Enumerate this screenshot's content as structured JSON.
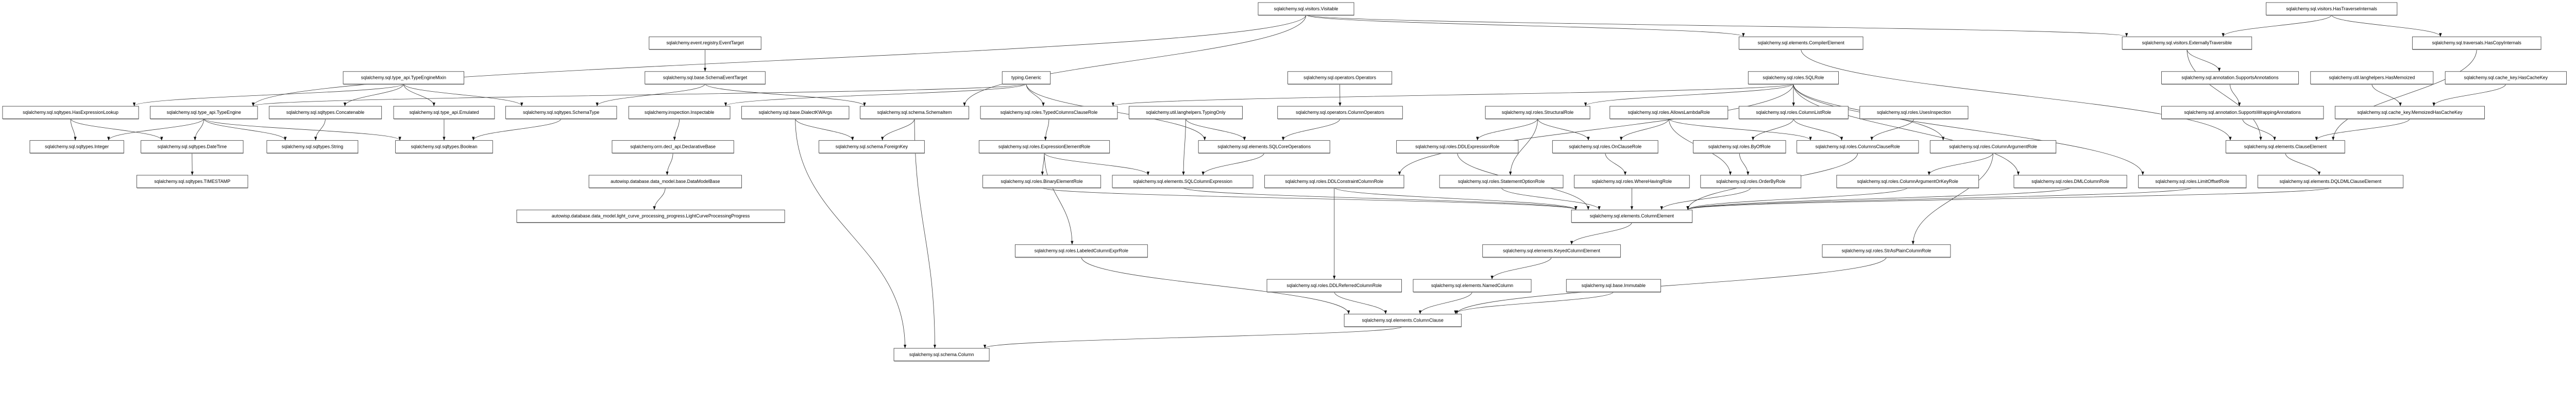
{
  "diagram": {
    "type": "class-inheritance-graph",
    "nodes": {
      "visitable": "sqlalchemy.sql.visitors.Visitable",
      "hasTraverseInternals": "sqlalchemy.sql.visitors.HasTraverseInternals",
      "eventTarget": "sqlalchemy.event.registry.EventTarget",
      "compilerElement": "sqlalchemy.sql.elements.CompilerElement",
      "externallyTraversible": "sqlalchemy.sql.visitors.ExternallyTraversible",
      "hasCopyInternals": "sqlalchemy.sql.traversals.HasCopyInternals",
      "typeEngineMixin": "sqlalchemy.sql.type_api.TypeEngineMixin",
      "schemaEventTarget": "sqlalchemy.sql.base.SchemaEventTarget",
      "generic": "typing.Generic",
      "operators": "sqlalchemy.sql.operators.Operators",
      "sqlRole": "sqlalchemy.sql.roles.SQLRole",
      "supportsAnnotations": "sqlalchemy.sql.annotation.SupportsAnnotations",
      "hasMemoized": "sqlalchemy.util.langhelpers.HasMemoized",
      "hasCacheKey": "sqlalchemy.sql.cache_key.HasCacheKey",
      "hasExpressionLookup": "sqlalchemy.sql.sqltypes.HasExpressionLookup",
      "typeEngine": "sqlalchemy.sql.type_api.TypeEngine",
      "concatenable": "sqlalchemy.sql.sqltypes.Concatenable",
      "emulated": "sqlalchemy.sql.type_api.Emulated",
      "schemaType": "sqlalchemy.sql.sqltypes.SchemaType",
      "inspectable": "sqlalchemy.inspection.Inspectable",
      "dialectKWArgs": "sqlalchemy.sql.base.DialectKWArgs",
      "schemaItem": "sqlalchemy.sql.schema.SchemaItem",
      "typedColumnsClauseRole": "sqlalchemy.sql.roles.TypedColumnsClauseRole",
      "typingOnly": "sqlalchemy.util.langhelpers.TypingOnly",
      "columnOperators": "sqlalchemy.sql.operators.ColumnOperators",
      "structuralRole": "sqlalchemy.sql.roles.StructuralRole",
      "allowsLambdaRole": "sqlalchemy.sql.roles.AllowsLambdaRole",
      "columnListRole": "sqlalchemy.sql.roles.ColumnListRole",
      "usesInspection": "sqlalchemy.sql.roles.UsesInspection",
      "supportsWrappingAnnotations": "sqlalchemy.sql.annotation.SupportsWrappingAnnotations",
      "memoizedHasCacheKey": "sqlalchemy.sql.cache_key.MemoizedHasCacheKey",
      "integer": "sqlalchemy.sql.sqltypes.Integer",
      "dateTime": "sqlalchemy.sql.sqltypes.DateTime",
      "string": "sqlalchemy.sql.sqltypes.String",
      "boolean": "sqlalchemy.sql.sqltypes.Boolean",
      "declarativeBase": "sqlalchemy.orm.decl_api.DeclarativeBase",
      "foreignKey": "sqlalchemy.sql.schema.ForeignKey",
      "expressionElementRole": "sqlalchemy.sql.roles.ExpressionElementRole",
      "sqlCoreOperations": "sqlalchemy.sql.elements.SQLCoreOperations",
      "ddlExpressionRole": "sqlalchemy.sql.roles.DDLExpressionRole",
      "onClauseRole": "sqlalchemy.sql.roles.OnClauseRole",
      "byOfRole": "sqlalchemy.sql.roles.ByOfRole",
      "columnsClauseRole": "sqlalchemy.sql.roles.ColumnsClauseRole",
      "columnArgumentRole": "sqlalchemy.sql.roles.ColumnArgumentRole",
      "clauseElement": "sqlalchemy.sql.elements.ClauseElement",
      "timestamp": "sqlalchemy.sql.sqltypes.TIMESTAMP",
      "dataModelBase": "autowisp.database.data_model.base.DataModelBase",
      "binaryElementRole": "sqlalchemy.sql.roles.BinaryElementRole",
      "sqlColumnExpression": "sqlalchemy.sql.elements.SQLColumnExpression",
      "ddlConstraintColumnRole": "sqlalchemy.sql.roles.DDLConstraintColumnRole",
      "statementOptionRole": "sqlalchemy.sql.roles.StatementOptionRole",
      "whereHavingRole": "sqlalchemy.sql.roles.WhereHavingRole",
      "orderByRole": "sqlalchemy.sql.roles.OrderByRole",
      "columnArgumentOrKeyRole": "sqlalchemy.sql.roles.ColumnArgumentOrKeyRole",
      "dmlColumnRole": "sqlalchemy.sql.roles.DMLColumnRole",
      "limitOffsetRole": "sqlalchemy.sql.roles.LimitOffsetRole",
      "dqldmlClauseElement": "sqlalchemy.sql.elements.DQLDMLClauseElement",
      "lightCurveProcessingProgress": "autowisp.database.data_model.light_curve_processing_progress.LightCurveProcessingProgress",
      "columnElement": "sqlalchemy.sql.elements.ColumnElement",
      "labeledColumnExprRole": "sqlalchemy.sql.roles.LabeledColumnExprRole",
      "keyedColumnElement": "sqlalchemy.sql.elements.KeyedColumnElement",
      "strAsPlainColumnRole": "sqlalchemy.sql.roles.StrAsPlainColumnRole",
      "ddlReferredColumnRole": "sqlalchemy.sql.roles.DDLReferredColumnRole",
      "namedColumn": "sqlalchemy.sql.elements.NamedColumn",
      "immutable": "sqlalchemy.sql.base.Immutable",
      "columnClause": "sqlalchemy.sql.elements.ColumnClause",
      "column": "sqlalchemy.sql.schema.Column"
    },
    "edges": [
      [
        "visitable",
        "typeEngine"
      ],
      [
        "visitable",
        "schemaItem"
      ],
      [
        "visitable",
        "compilerElement"
      ],
      [
        "visitable",
        "externallyTraversible"
      ],
      [
        "hasTraverseInternals",
        "externallyTraversible"
      ],
      [
        "hasTraverseInternals",
        "hasCopyInternals"
      ],
      [
        "eventTarget",
        "schemaEventTarget"
      ],
      [
        "typeEngineMixin",
        "hasExpressionLookup"
      ],
      [
        "typeEngineMixin",
        "concatenable"
      ],
      [
        "typeEngineMixin",
        "emulated"
      ],
      [
        "typeEngineMixin",
        "schemaType"
      ],
      [
        "schemaEventTarget",
        "schemaType"
      ],
      [
        "schemaEventTarget",
        "schemaItem"
      ],
      [
        "generic",
        "typeEngine"
      ],
      [
        "generic",
        "inspectable"
      ],
      [
        "generic",
        "typedColumnsClauseRole"
      ],
      [
        "generic",
        "sqlCoreOperations"
      ],
      [
        "operators",
        "columnOperators"
      ],
      [
        "sqlRole",
        "typedColumnsClauseRole"
      ],
      [
        "sqlRole",
        "ddlConstraintColumnRole"
      ],
      [
        "sqlRole",
        "structuralRole"
      ],
      [
        "sqlRole",
        "columnListRole"
      ],
      [
        "sqlRole",
        "columnArgumentRole"
      ],
      [
        "sqlRole",
        "dmlColumnRole"
      ],
      [
        "sqlRole",
        "limitOffsetRole"
      ],
      [
        "compilerElement",
        "clauseElement"
      ],
      [
        "externallyTraversible",
        "supportsAnnotations"
      ],
      [
        "externallyTraversible",
        "clauseElement"
      ],
      [
        "hasCopyInternals",
        "clauseElement"
      ],
      [
        "supportsAnnotations",
        "supportsWrappingAnnotations"
      ],
      [
        "supportsWrappingAnnotations",
        "clauseElement"
      ],
      [
        "hasMemoized",
        "memoizedHasCacheKey"
      ],
      [
        "hasCacheKey",
        "memoizedHasCacheKey"
      ],
      [
        "memoizedHasCacheKey",
        "clauseElement"
      ],
      [
        "hasExpressionLookup",
        "integer"
      ],
      [
        "hasExpressionLookup",
        "dateTime"
      ],
      [
        "typeEngine",
        "integer"
      ],
      [
        "typeEngine",
        "dateTime"
      ],
      [
        "typeEngine",
        "string"
      ],
      [
        "typeEngine",
        "boolean"
      ],
      [
        "concatenable",
        "string"
      ],
      [
        "emulated",
        "boolean"
      ],
      [
        "schemaType",
        "boolean"
      ],
      [
        "dateTime",
        "timestamp"
      ],
      [
        "inspectable",
        "declarativeBase"
      ],
      [
        "declarativeBase",
        "dataModelBase"
      ],
      [
        "dataModelBase",
        "lightCurveProcessingProgress"
      ],
      [
        "dialectKWArgs",
        "foreignKey"
      ],
      [
        "dialectKWArgs",
        "column"
      ],
      [
        "schemaItem",
        "foreignKey"
      ],
      [
        "schemaItem",
        "column"
      ],
      [
        "typedColumnsClauseRole",
        "expressionElementRole"
      ],
      [
        "expressionElementRole",
        "binaryElementRole"
      ],
      [
        "expressionElementRole",
        "labeledColumnExprRole"
      ],
      [
        "expressionElementRole",
        "sqlColumnExpression"
      ],
      [
        "typingOnly",
        "sqlColumnExpression"
      ],
      [
        "typingOnly",
        "sqlCoreOperations"
      ],
      [
        "columnOperators",
        "sqlCoreOperations"
      ],
      [
        "sqlCoreOperations",
        "sqlColumnExpression"
      ],
      [
        "structuralRole",
        "ddlExpressionRole"
      ],
      [
        "structuralRole",
        "statementOptionRole"
      ],
      [
        "structuralRole",
        "onClauseRole"
      ],
      [
        "allowsLambdaRole",
        "onClauseRole"
      ],
      [
        "allowsLambdaRole",
        "orderByRole"
      ],
      [
        "allowsLambdaRole",
        "columnsClauseRole"
      ],
      [
        "columnListRole",
        "byOfRole"
      ],
      [
        "columnListRole",
        "columnsClauseRole"
      ],
      [
        "usesInspection",
        "columnsClauseRole"
      ],
      [
        "onClauseRole",
        "whereHavingRole"
      ],
      [
        "byOfRole",
        "orderByRole"
      ],
      [
        "columnArgumentRole",
        "columnArgumentOrKeyRole"
      ],
      [
        "columnArgumentRole",
        "strAsPlainColumnRole"
      ],
      [
        "clauseElement",
        "dqldmlClauseElement"
      ],
      [
        "binaryElementRole",
        "columnElement"
      ],
      [
        "sqlColumnExpression",
        "columnElement"
      ],
      [
        "ddlConstraintColumnRole",
        "columnElement"
      ],
      [
        "ddlExpressionRole",
        "columnElement"
      ],
      [
        "statementOptionRole",
        "columnElement"
      ],
      [
        "whereHavingRole",
        "columnElement"
      ],
      [
        "orderByRole",
        "columnElement"
      ],
      [
        "columnsClauseRole",
        "columnElement"
      ],
      [
        "columnArgumentOrKeyRole",
        "columnElement"
      ],
      [
        "dmlColumnRole",
        "columnElement"
      ],
      [
        "limitOffsetRole",
        "columnElement"
      ],
      [
        "dqldmlClauseElement",
        "columnElement"
      ],
      [
        "columnElement",
        "keyedColumnElement"
      ],
      [
        "keyedColumnElement",
        "namedColumn"
      ],
      [
        "namedColumn",
        "columnClause"
      ],
      [
        "ddlConstraintColumnRole",
        "ddlReferredColumnRole"
      ],
      [
        "ddlReferredColumnRole",
        "columnClause"
      ],
      [
        "labeledColumnExprRole",
        "columnClause"
      ],
      [
        "strAsPlainColumnRole",
        "columnClause"
      ],
      [
        "immutable",
        "columnClause"
      ],
      [
        "columnClause",
        "column"
      ]
    ]
  }
}
